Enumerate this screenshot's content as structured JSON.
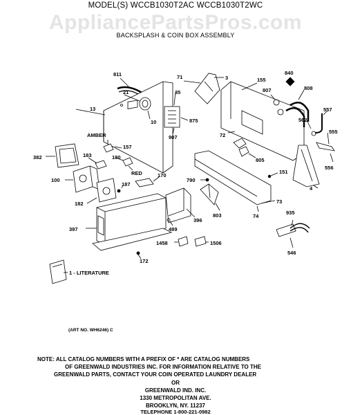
{
  "header": {
    "model_line": "MODEL(S) WCCB1030T2AC  WCCB1030T2WC",
    "watermark": "AppliancePartsPros.com",
    "subtitle": "BACKSPLASH & COIN BOX ASSEMBLY"
  },
  "labels": {
    "l811": "811",
    "l71": "71",
    "l3": "3",
    "l155": "155",
    "l840": "840",
    "l807": "807",
    "l808": "808",
    "l21": "21",
    "l35": "35",
    "l13": "13",
    "l10": "10",
    "l875": "875",
    "l557": "557",
    "l562": "562",
    "l555": "555",
    "lamber": "AMBER",
    "l157": "157",
    "l907": "907",
    "l72": "72",
    "l382": "382",
    "l180": "180",
    "l183": "183",
    "l805": "805",
    "l556": "556",
    "lred": "RED",
    "l151": "151",
    "l100": "100",
    "l170": "170",
    "l790": "790",
    "l187": "187",
    "l4": "4",
    "l182": "182",
    "l73": "73",
    "l935": "935",
    "l803": "803",
    "l74": "74",
    "l397": "397",
    "l489": "489",
    "l396": "396",
    "l1458": "1458",
    "l1506": "1506",
    "l546": "546",
    "l172": "172",
    "l1": "1 - LITERATURE"
  },
  "art_no": "(ART NO. WH6246) C",
  "note": {
    "line1": "NOTE: ALL CATALOG NUMBERS WITH A PREFIX OF * ARE CATALOG NUMBERS",
    "line2": "OF GREENWALD INDUSTRIES INC. FOR INFORMATION RELATIVE TO THE",
    "line3": "GREENWALD PARTS, CONTACT YOUR COIN OPERATED LAUNDRY  DEALER",
    "or": "OR",
    "company": "GREENWALD IND. INC.",
    "street": "1330 METROPOLITAN AVE.",
    "city": "BROOKLYN, NY. 11237",
    "phone": "TELEPHONE 1-800-221-0982"
  }
}
